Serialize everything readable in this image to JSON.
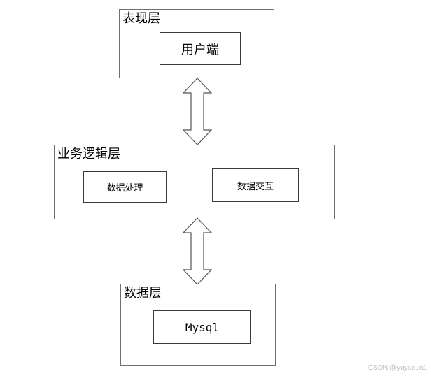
{
  "layers": {
    "presentation": {
      "title": "表现层",
      "modules": [
        "用户端"
      ]
    },
    "business": {
      "title": "业务逻辑层",
      "modules": [
        "数据处理",
        "数据交互"
      ]
    },
    "data": {
      "title": "数据层",
      "modules": [
        "Mysql"
      ]
    }
  },
  "connectors": [
    {
      "from": "表现层",
      "to": "业务逻辑层",
      "type": "bidirectional-arrow"
    },
    {
      "from": "业务逻辑层",
      "to": "数据层",
      "type": "bidirectional-arrow"
    }
  ],
  "watermark": "CSDN @yuyuxun1"
}
